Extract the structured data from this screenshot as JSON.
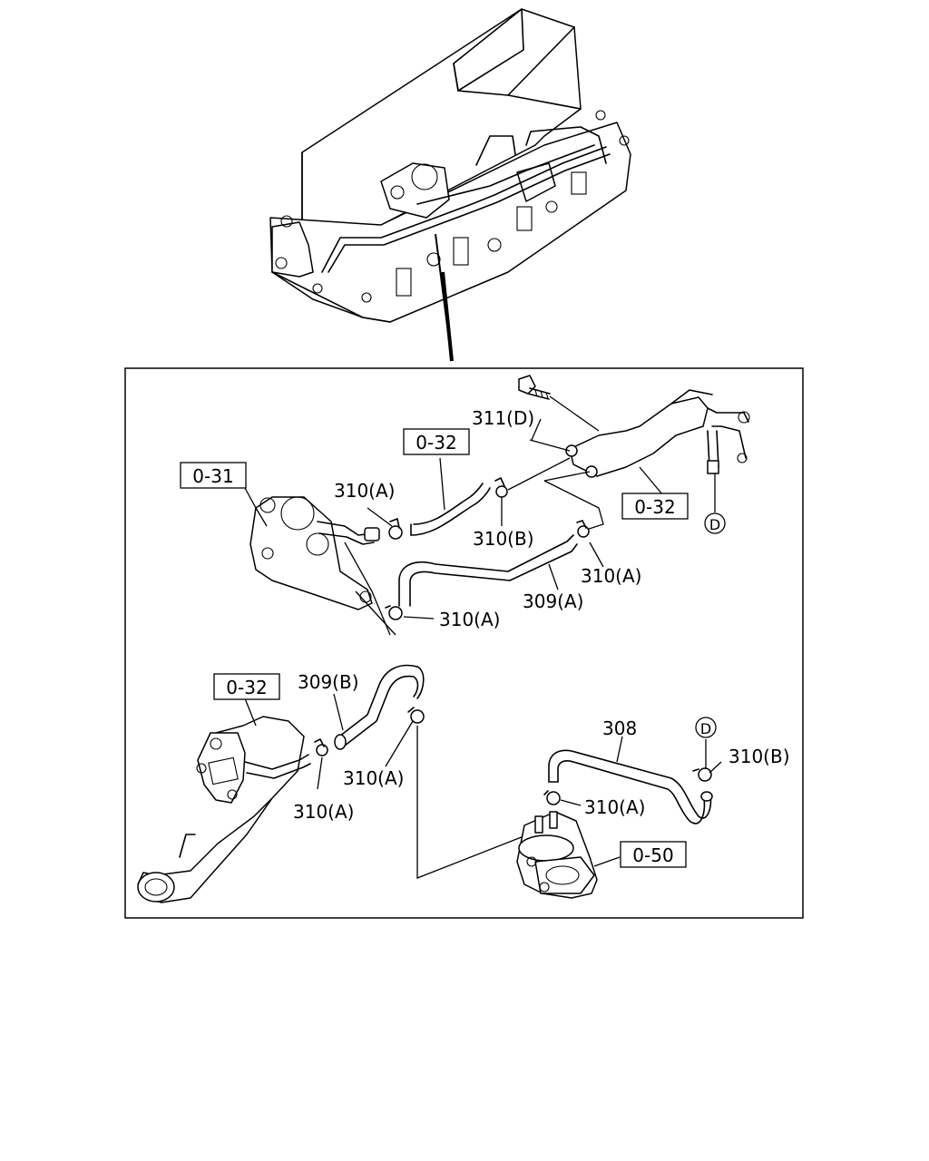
{
  "callouts": {
    "ref_0_31": "0-31",
    "ref_0_32_top": "0-32",
    "ref_0_32_right": "0-32",
    "ref_0_32_bottom": "0-32",
    "ref_0_50": "0-50",
    "part_311D": "311(D)",
    "part_310A_1": "310(A)",
    "part_310B_1": "310(B)",
    "part_310A_2": "310(A)",
    "part_309A": "309(A)",
    "part_310A_3": "310(A)",
    "part_309B": "309(B)",
    "part_310A_4": "310(A)",
    "part_310A_5": "310(A)",
    "part_308": "308",
    "part_310B_2": "310(B)",
    "part_310A_6": "310(A)",
    "marker_D_top": "D",
    "marker_D_bottom": "D"
  }
}
